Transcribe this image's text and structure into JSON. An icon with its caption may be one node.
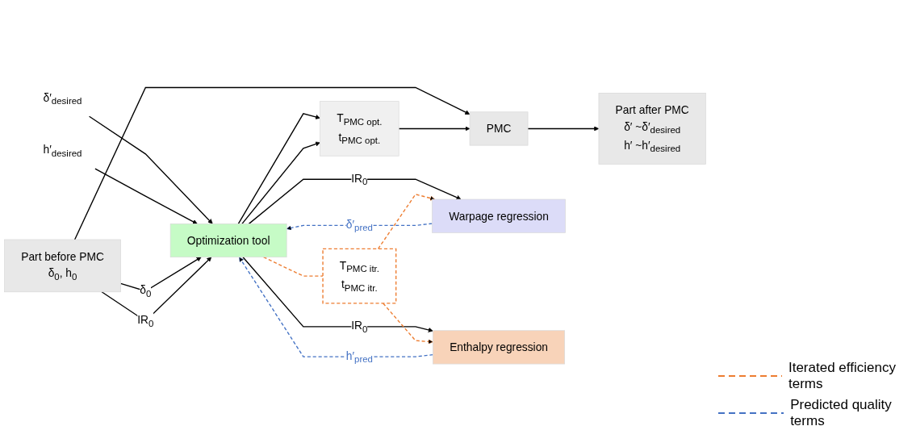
{
  "diagram": {
    "nodes": [
      {
        "text": [
          "Part before PMC",
          "δ$_{0}$, h$_{0}$"
        ]
      },
      {
        "text": [
          "PMC"
        ]
      },
      {
        "text": [
          "Part after PMC",
          "δ′ ~δ′$_{desired}$",
          "h′ ~h′$_{desired}$"
        ]
      },
      {
        "text": [
          "δ′$_{desired}$"
        ]
      },
      {
        "text": [
          "h′$_{desired}$"
        ]
      },
      {
        "text": [
          "Optimization tool"
        ]
      },
      {
        "text": [
          "T$_{PMC opt.}$",
          "t$_{PMC opt.}$"
        ]
      },
      {
        "text": [
          "Warpage regression"
        ]
      },
      {
        "text": [
          "T$_{PMC itr.}$",
          "t$_{PMC itr.}$"
        ]
      },
      {
        "text": [
          "Enthalpy regression"
        ]
      }
    ],
    "edges": [
      {
        "from": 3,
        "to": 5,
        "arrow": "to"
      },
      {
        "from": 4,
        "to": 5,
        "arrow": "to"
      },
      {
        "from": 0,
        "to": 5,
        "arrow": "to",
        "label": "δ$_{0}$"
      },
      {
        "from": 0,
        "to": 5,
        "arrow": "to",
        "label": "IR$_{0}$"
      },
      {
        "from": 0,
        "to": 1,
        "arrow": "to"
      },
      {
        "from": 1,
        "to": 2,
        "arrow": "to"
      },
      {
        "from": 5,
        "to": 7,
        "arrow": "to",
        "label": "IR$_{0}$"
      },
      {
        "from": 5,
        "to": 9,
        "arrow": "to",
        "label": "IR$_{0}$"
      },
      {
        "from": 7,
        "to": 5,
        "arrow": "to",
        "label": "δ′$_{pred}$",
        "style": "dashed",
        "color": "#4472c4"
      },
      {
        "from": 9,
        "to": 5,
        "arrow": "to",
        "label": "h′$_{pred}$",
        "style": "dashed",
        "color": "#4472c4"
      },
      {
        "from": 5,
        "to": 6,
        "arrow": "to"
      },
      {
        "from": 5,
        "to": 6,
        "arrow": "to"
      },
      {
        "from": 6,
        "to": 1,
        "arrow": "to"
      },
      {
        "from": 5,
        "to": 8,
        "arrow": "none",
        "style": "dashed",
        "color": "#ed7d31"
      },
      {
        "from": 8,
        "to": 7,
        "arrow": "to",
        "style": "dashed",
        "color": "#ed7d31"
      },
      {
        "from": 8,
        "to": 9,
        "arrow": "to",
        "style": "dashed",
        "color": "#ed7d31"
      }
    ],
    "legend": [
      {
        "text": "Iterated efficiency terms"
      },
      {
        "text": "Predicted quality terms"
      }
    ]
  }
}
